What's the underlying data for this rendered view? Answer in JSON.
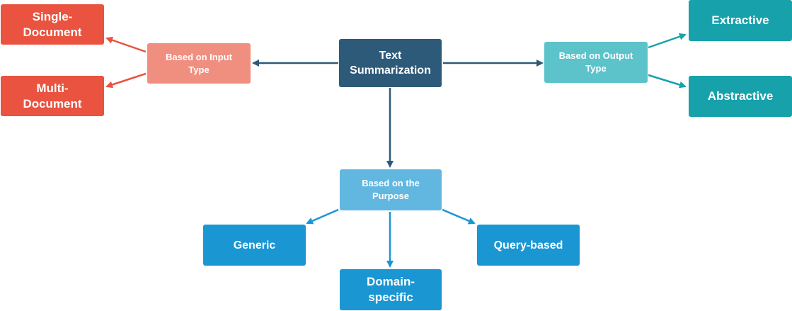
{
  "colors": {
    "root": "#2e5a7a",
    "input_group": "#f08f80",
    "input_leaf": "#e9533f",
    "output_group": "#5cc3cb",
    "output_leaf": "#17a2ab",
    "purpose_group": "#62b7e0",
    "purpose_leaf": "#1a96d3"
  },
  "nodes": {
    "root": "Text\nSummarization",
    "input_group": "Based on Input\nType",
    "single_document": "Single-\nDocument",
    "multi_document": "Multi-\nDocument",
    "output_group": "Based on Output\nType",
    "extractive": "Extractive",
    "abstractive": "Abstractive",
    "purpose_group": "Based on the\nPurpose",
    "generic": "Generic",
    "domain_specific": "Domain-\nspecific",
    "query_based": "Query-based"
  },
  "edges": [
    {
      "from": "root",
      "to": "input_group"
    },
    {
      "from": "root",
      "to": "output_group"
    },
    {
      "from": "root",
      "to": "purpose_group"
    },
    {
      "from": "input_group",
      "to": "single_document"
    },
    {
      "from": "input_group",
      "to": "multi_document"
    },
    {
      "from": "output_group",
      "to": "extractive"
    },
    {
      "from": "output_group",
      "to": "abstractive"
    },
    {
      "from": "purpose_group",
      "to": "generic"
    },
    {
      "from": "purpose_group",
      "to": "domain_specific"
    },
    {
      "from": "purpose_group",
      "to": "query_based"
    }
  ]
}
